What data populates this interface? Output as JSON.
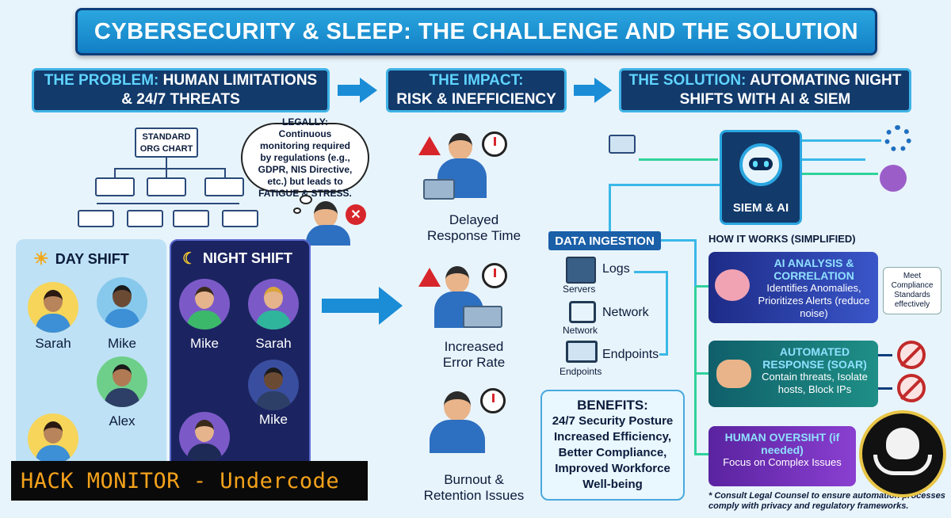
{
  "title": "CYBERSECURITY & SLEEP: THE CHALLENGE AND THE SOLUTION",
  "sections": {
    "problem": {
      "highlight": "THE PROBLEM:",
      "line1_rest": "HUMAN LIMITATIONS",
      "line2": "& 24/7 THREATS"
    },
    "impact": {
      "highlight": "THE IMPACT:",
      "line2": "RISK & INEFFICIENCY"
    },
    "solution": {
      "highlight": "THE SOLUTION:",
      "line1_rest": "AUTOMATING NIGHT",
      "line2": "SHIFTS WITH AI & SIEM"
    }
  },
  "org_chart_label": "STANDARD ORG CHART",
  "legal_bubble": "LEGALLY: Continuous monitoring required by regulations (e.g., GDPR, NIS Directive, etc.) but leads to FATIGUE & STRESS.",
  "day_shift": {
    "title": "DAY SHIFT",
    "people": [
      "Sarah",
      "Mike",
      "Alex"
    ]
  },
  "night_shift": {
    "title": "NIGHT SHIFT",
    "people": [
      "Mike",
      "Sarah",
      "Mike"
    ]
  },
  "impacts": [
    {
      "line1": "Delayed",
      "line2": "Response Time"
    },
    {
      "line1": "Increased",
      "line2": "Error Rate"
    },
    {
      "line1": "Burnout &",
      "line2": "Retention Issues"
    }
  ],
  "siem_label": "SIEM & AI",
  "data_ingestion": {
    "title": "DATA INGESTION",
    "sources": [
      {
        "label": "Logs",
        "caption": "Servers"
      },
      {
        "label": "Network",
        "caption": "Network"
      },
      {
        "label": "Endpoints",
        "caption": "Endpoints"
      }
    ]
  },
  "how_it_works": "HOW IT WORKS (SIMPLIFIED)",
  "features": [
    {
      "title": "AI ANALYSIS & CORRELATION",
      "text": "Identifies Anomalies, Prioritizes Alerts (reduce noise)",
      "color": "#2a3b9e"
    },
    {
      "title": "AUTOMATED RESPONSE (SOAR)",
      "text": "Contain threats, Isolate hosts, Block IPs",
      "color": "#177c7a"
    },
    {
      "title": "HUMAN OVERSIHT (if needed)",
      "text": "Focus on Complex Issues",
      "color": "#6a2fa8"
    }
  ],
  "compliance_note": "Meet Compliance Standards effectively",
  "benefits": {
    "title": "BENEFITS:",
    "items": [
      "24/7 Security Posture",
      "Increased Efficiency,",
      "Better Compliance,",
      "Improved Workforce",
      "Well-being"
    ]
  },
  "footnote": "* Consult Legal Counsel to ensure automation processes comply with privacy and regulatory frameworks.",
  "watermark": "HACK MONITOR - Undercode",
  "colors": {
    "accent": "#1a8dd6",
    "navy": "#123a6b",
    "alert": "#d7262b"
  }
}
